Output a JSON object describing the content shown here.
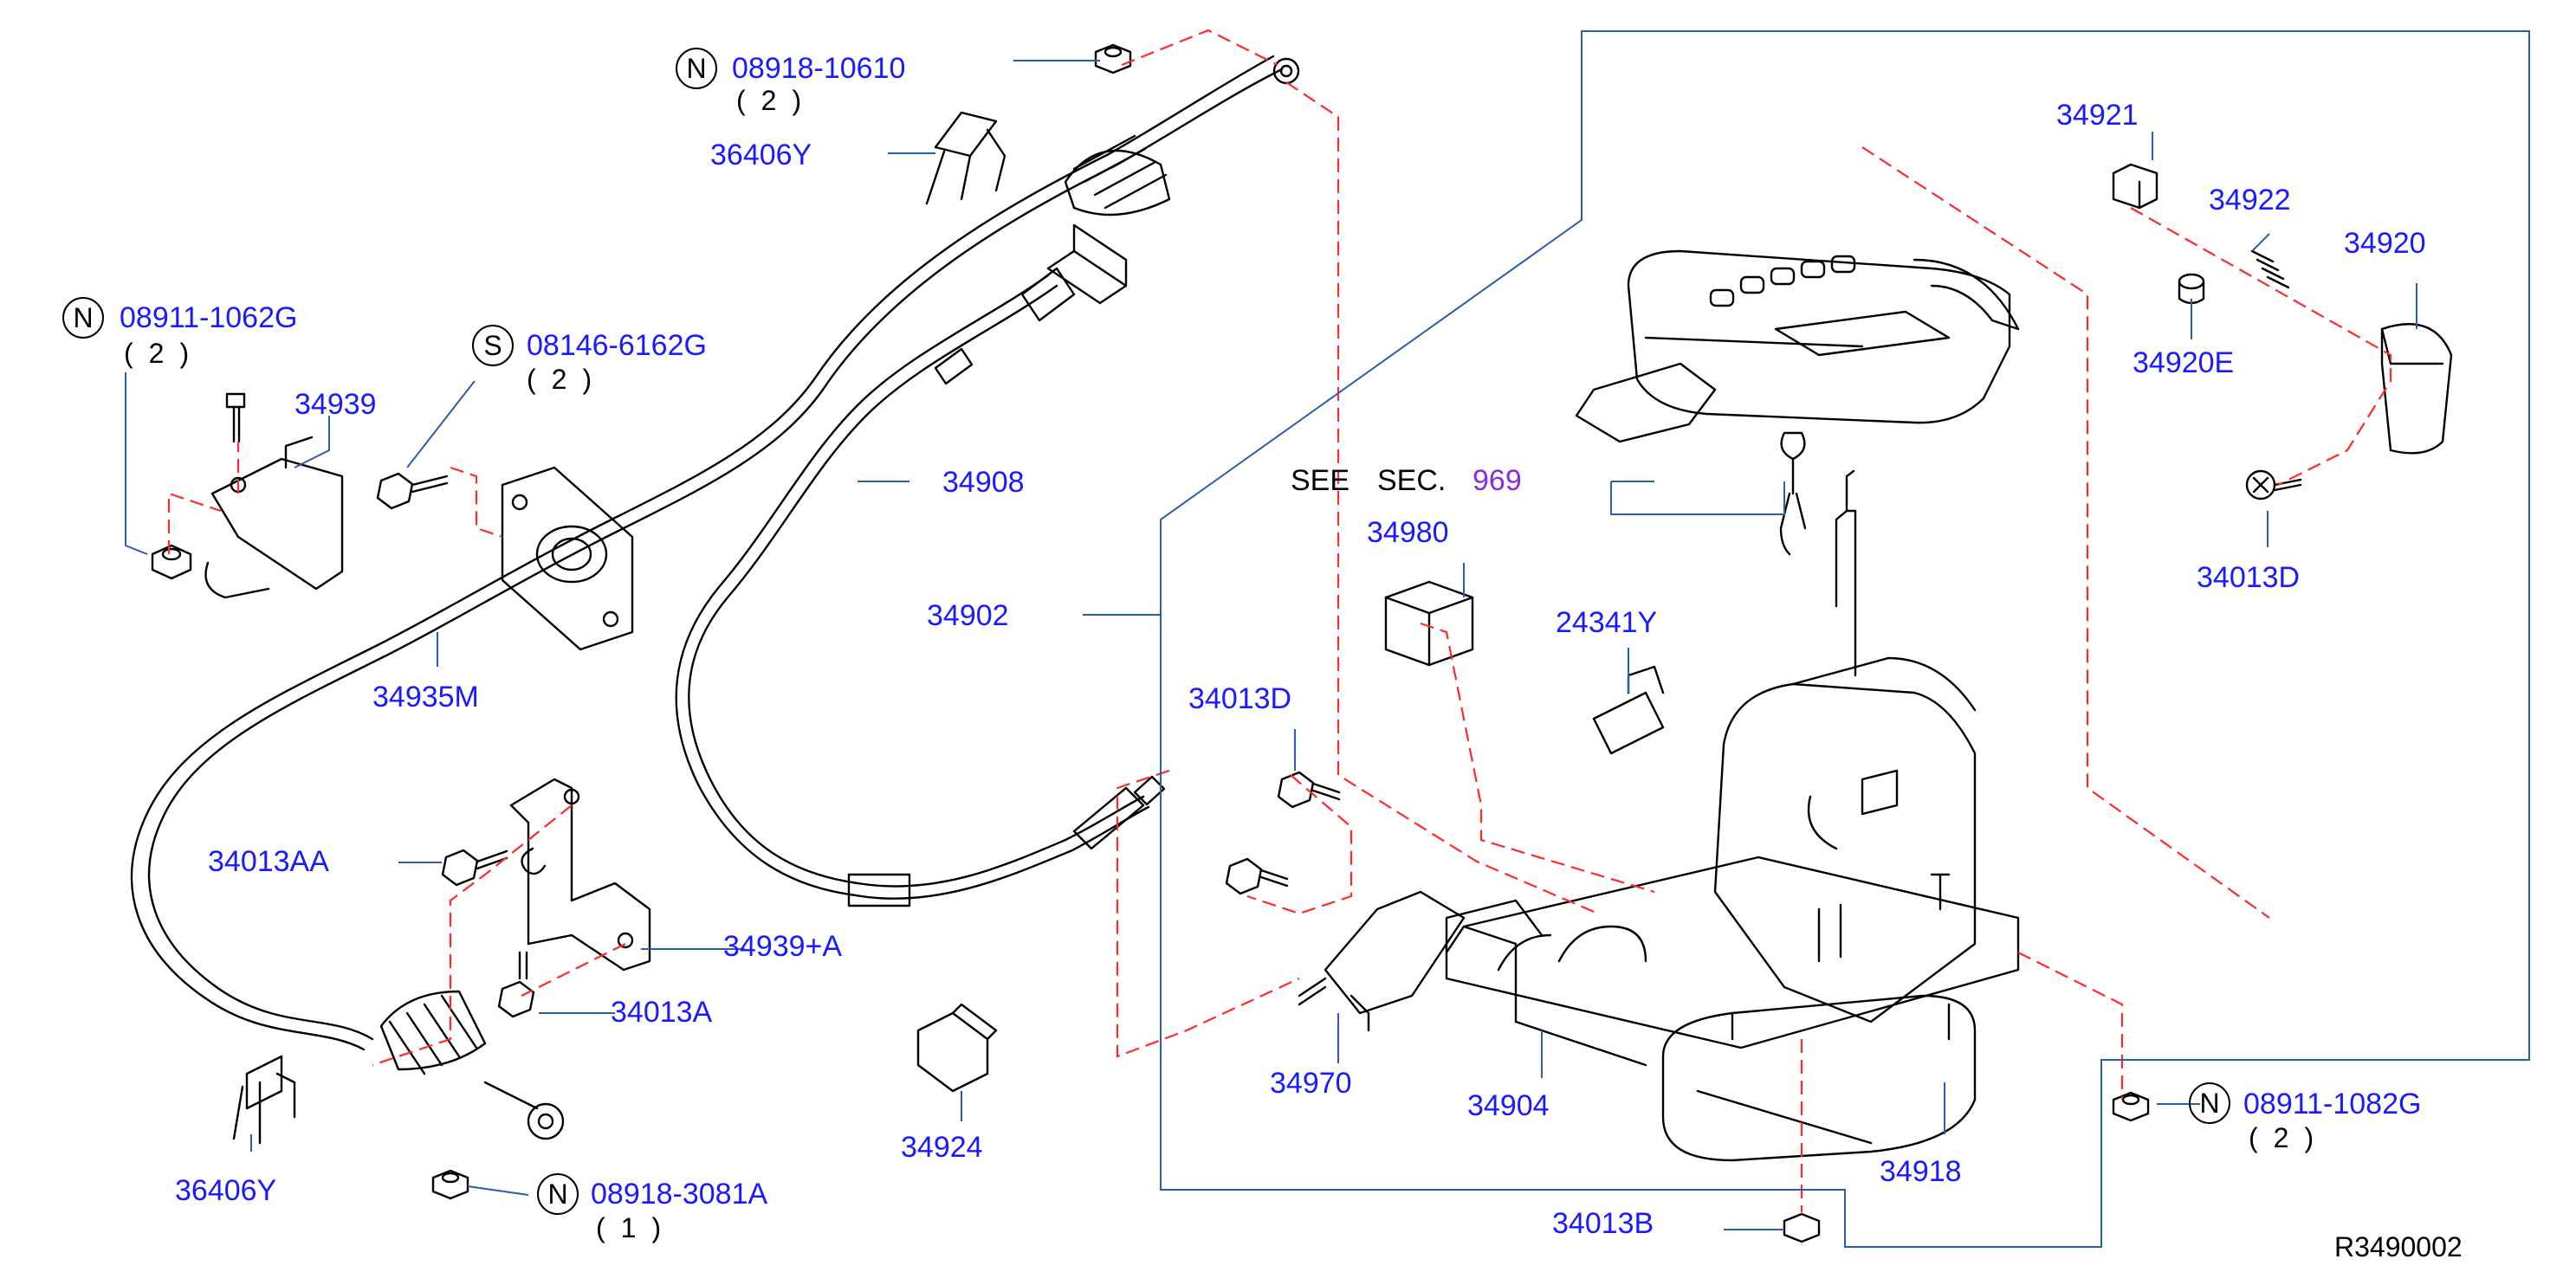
{
  "diagram_ref": "R3490002",
  "see_section": {
    "see": "SEE",
    "sec": "SEC.",
    "number": "969"
  },
  "part_numbers": {
    "p_08918_10610": "08918-10610",
    "p_36406Y_top": "36406Y",
    "p_08911_1062G": "08911-1062G",
    "p_34939": "34939",
    "p_08146_6162G": "08146-6162G",
    "p_34908": "34908",
    "p_34902": "34902",
    "p_34935M": "34935M",
    "p_34013AA": "34013AA",
    "p_34939A": "34939+A",
    "p_34013A": "34013A",
    "p_36406Y_bottom": "36406Y",
    "p_08918_3081A": "08918-3081A",
    "p_34924": "34924",
    "p_34013D_mid": "34013D",
    "p_34970": "34970",
    "p_34980": "34980",
    "p_24341Y": "24341Y",
    "p_34904": "34904",
    "p_34918": "34918",
    "p_34013B": "34013B",
    "p_08911_1082G": "08911-1082G",
    "p_34921": "34921",
    "p_34922": "34922",
    "p_34920": "34920",
    "p_34920E": "34920E",
    "p_34013D_right": "34013D"
  },
  "prefix_marks": {
    "n": "N",
    "s": "S"
  },
  "quantities": {
    "two": "(2)",
    "one": "(1)"
  },
  "colors": {
    "label_blue": "#1a1aff",
    "leader_blue": "#2a5db0",
    "dash_red": "#ff2a2a",
    "part_line": "#000000"
  }
}
